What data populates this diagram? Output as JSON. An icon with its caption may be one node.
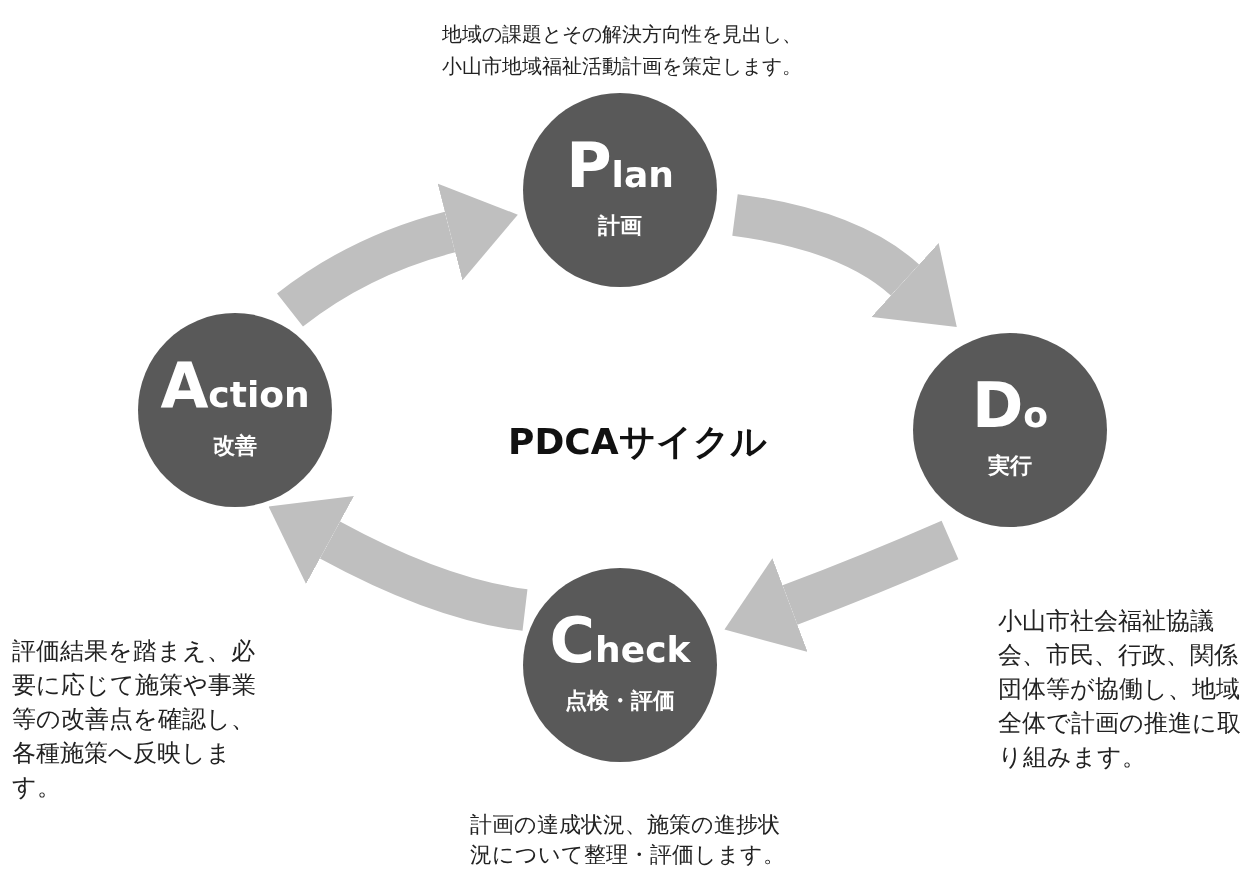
{
  "diagram": {
    "title": "PDCAサイクル",
    "nodes": [
      {
        "text": [
          "Plan",
          "計画"
        ],
        "beside": [
          "地域の課題とその解決方向性を見出し、小山市地域福祉活動計画を策定します。"
        ]
      },
      {
        "text": [
          "Do",
          "実行"
        ],
        "beside": [
          "小山市社会福祉協議会、市民、行政、関係団体等が協働し、地域全体で計画の推進に取り組みます。"
        ]
      },
      {
        "text": [
          "Check",
          "点検・評価"
        ],
        "beside": [
          "計画の達成状況、施策の進捗状況について整理・評価します。"
        ]
      },
      {
        "text": [
          "Action",
          "改善"
        ]
      }
    ],
    "edges": [
      {
        "from": 0,
        "to": 1,
        "arrow": "to"
      },
      {
        "from": 1,
        "to": 2,
        "arrow": "to"
      },
      {
        "from": 2,
        "to": 3,
        "arrow": "to"
      },
      {
        "from": 3,
        "to": 0,
        "arrow": "to"
      }
    ],
    "labels": [
      "評価結果を踏まえ、必要に応じて施策や事業等の改善点を確認し、各種施策へ反映します。"
    ]
  }
}
